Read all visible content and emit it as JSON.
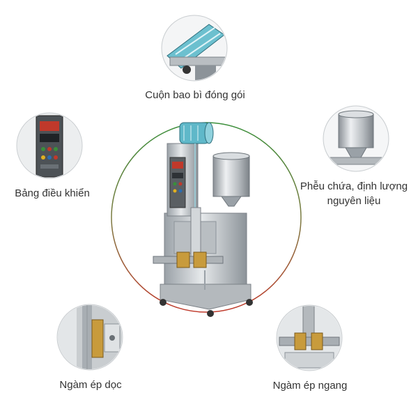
{
  "labels": {
    "film_roll": "Cuộn bao bì đóng gói",
    "control_panel": "Bảng điều khiển",
    "hopper_line1": "Phễu chứa, định lượng",
    "hopper_line2": "nguyên liệu",
    "vertical_seal": "Ngàm ép dọc",
    "horizontal_seal": "Ngàm ép ngang"
  },
  "colors": {
    "ring_top": "#3a8f3a",
    "ring_bottom": "#c0392b",
    "steel": "#c8cdd1",
    "steel_dark": "#8c9399",
    "film": "#5fb8c9"
  }
}
